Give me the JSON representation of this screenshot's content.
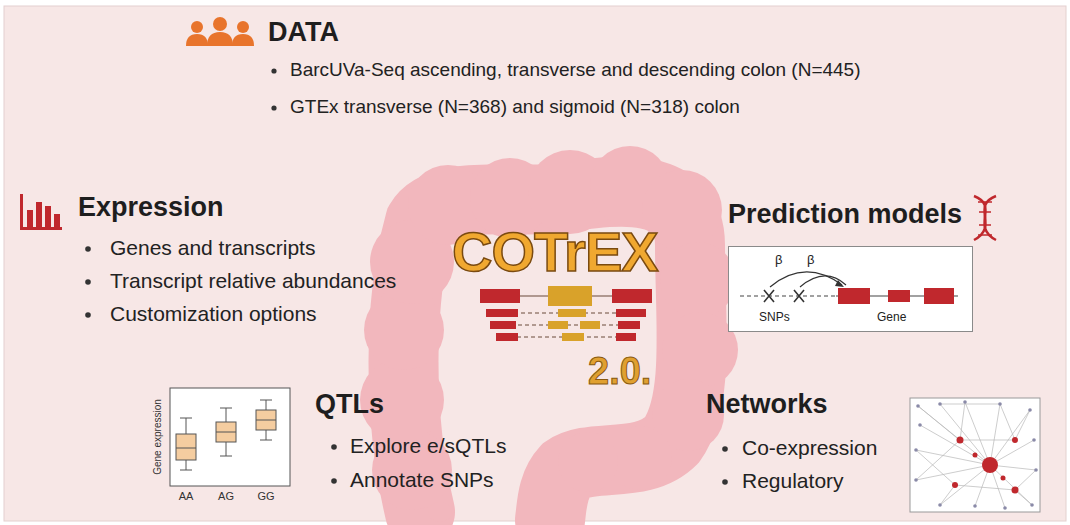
{
  "diagram": {
    "nodes": [
      {
        "text": [
          "β",
          "β",
          "SNPs",
          "Gene"
        ]
      }
    ],
    "labels": [
      "DATA",
      "BarcUVa-Seq ascending, transverse and descending colon (N=445)",
      "GTEx transverse (N=368) and sigmoid (N=318) colon",
      "Expression",
      "Genes and transcripts",
      "Transcript relative abundances",
      "Customization options",
      "COTrEX",
      "2.0.",
      "Prediction models",
      "QTLs",
      "Explore e/sQTLs",
      "Annotate SNPs",
      "Gene expression",
      "AA",
      "AG",
      "GG",
      "Networks",
      "Co-expression",
      "Regulatory"
    ]
  }
}
